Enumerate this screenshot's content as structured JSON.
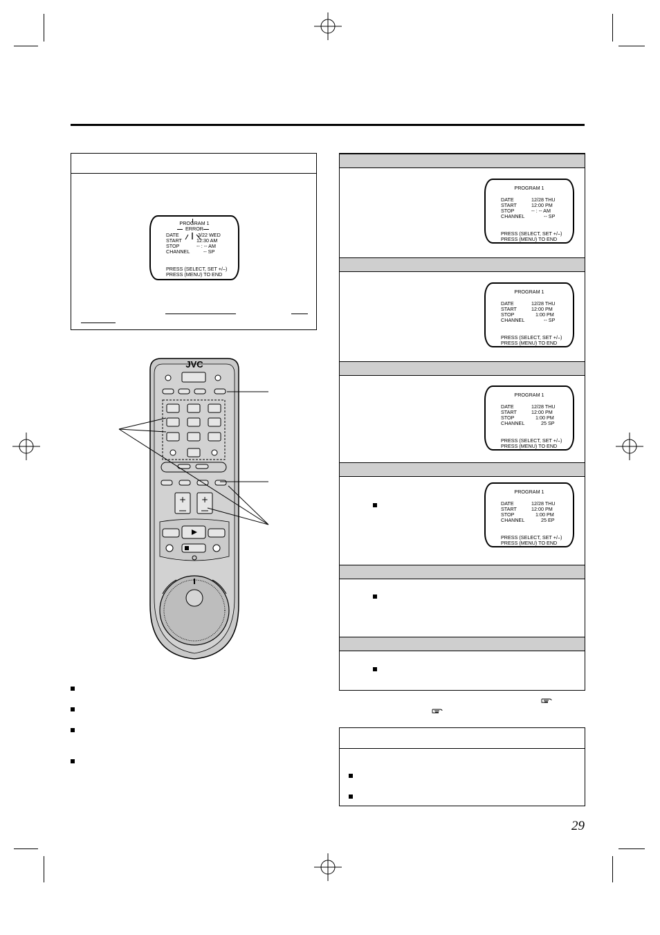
{
  "page_number": "29",
  "error_screen": {
    "title": "PROGRAM 1",
    "error": "ERROR",
    "rows": [
      {
        "label": "DATE",
        "value": "3/22 WED"
      },
      {
        "label": "START",
        "value": "12:30 AM"
      },
      {
        "label": "STOP",
        "value": "-- : -- AM"
      },
      {
        "label": "CHANNEL",
        "value": "-- SP"
      }
    ],
    "footer1": "PRESS (SELECT, SET +/–)",
    "footer2": "PRESS (MENU) TO END"
  },
  "screens": [
    {
      "title": "PROGRAM 1",
      "rows": [
        {
          "label": "DATE",
          "value": "12/28 THU"
        },
        {
          "label": "START",
          "value": "12:00 PM"
        },
        {
          "label": "STOP",
          "value": "-- : -- AM"
        },
        {
          "label": "CHANNEL",
          "value": "-- SP"
        }
      ],
      "footer1": "PRESS (SELECT, SET +/–)",
      "footer2": "PRESS (MENU) TO END"
    },
    {
      "title": "PROGRAM 1",
      "rows": [
        {
          "label": "DATE",
          "value": "12/28 THU"
        },
        {
          "label": "START",
          "value": "12:00 PM"
        },
        {
          "label": "STOP",
          "value": "1:00 PM"
        },
        {
          "label": "CHANNEL",
          "value": "-- SP"
        }
      ],
      "footer1": "PRESS (SELECT, SET +/–)",
      "footer2": "PRESS (MENU) TO END"
    },
    {
      "title": "PROGRAM 1",
      "rows": [
        {
          "label": "DATE",
          "value": "12/28 THU"
        },
        {
          "label": "START",
          "value": "12:00 PM"
        },
        {
          "label": "STOP",
          "value": "1:00 PM"
        },
        {
          "label": "CHANNEL",
          "value": "25 SP"
        }
      ],
      "footer1": "PRESS (SELECT, SET +/–)",
      "footer2": "PRESS (MENU) TO END"
    },
    {
      "title": "PROGRAM 1",
      "rows": [
        {
          "label": "DATE",
          "value": "12/28 THU"
        },
        {
          "label": "START",
          "value": "12:00 PM"
        },
        {
          "label": "STOP",
          "value": "1:00 PM"
        },
        {
          "label": "CHANNEL",
          "value": "25 EP"
        }
      ],
      "footer1": "PRESS (SELECT, SET +/–)",
      "footer2": "PRESS (MENU) TO END"
    }
  ],
  "remote": {
    "brand": "JVC",
    "icon": "jvc-remote-control-drawing"
  },
  "icons": {
    "pointing_hand": "pointing-hand-icon",
    "registration": "registration-mark-icon",
    "bullet": "square-bullet-icon"
  }
}
